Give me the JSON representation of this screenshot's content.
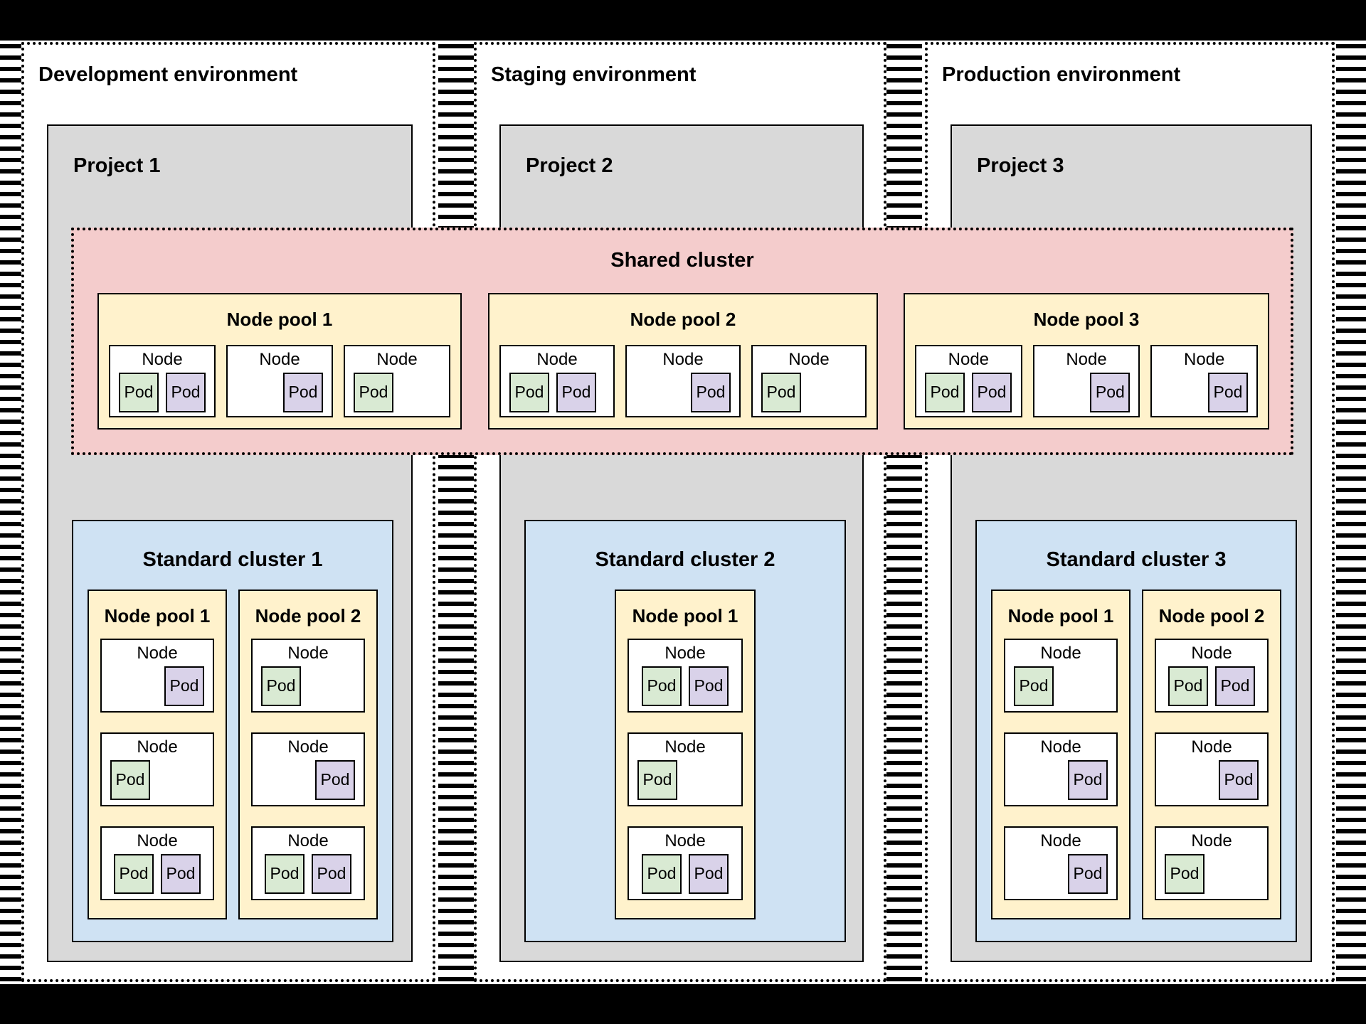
{
  "palette": {
    "pink": "#F4CCCC",
    "yellow": "#FFF2CC",
    "green": "#D9EAD3",
    "purple": "#D9D2E9",
    "blue": "#CFE2F3",
    "gray": "#D9D9D9"
  },
  "shared_cluster": {
    "label": "Shared cluster",
    "node_pools": [
      {
        "label": "Node pool 1",
        "nodes": [
          {
            "label": "Node",
            "align": "left",
            "pods": [
              {
                "label": "Pod",
                "color": "green"
              },
              {
                "label": "Pod",
                "color": "purple"
              }
            ]
          },
          {
            "label": "Node",
            "align": "right",
            "pods": [
              {
                "label": "Pod",
                "color": "purple"
              }
            ]
          },
          {
            "label": "Node",
            "align": "left",
            "pods": [
              {
                "label": "Pod",
                "color": "green"
              }
            ]
          }
        ]
      },
      {
        "label": "Node pool 2",
        "nodes": [
          {
            "label": "Node",
            "align": "left",
            "pods": [
              {
                "label": "Pod",
                "color": "green"
              },
              {
                "label": "Pod",
                "color": "purple"
              }
            ]
          },
          {
            "label": "Node",
            "align": "right",
            "pods": [
              {
                "label": "Pod",
                "color": "purple"
              }
            ]
          },
          {
            "label": "Node",
            "align": "left",
            "pods": [
              {
                "label": "Pod",
                "color": "green"
              }
            ]
          }
        ]
      },
      {
        "label": "Node pool 3",
        "nodes": [
          {
            "label": "Node",
            "align": "left",
            "pods": [
              {
                "label": "Pod",
                "color": "green"
              },
              {
                "label": "Pod",
                "color": "purple"
              }
            ]
          },
          {
            "label": "Node",
            "align": "right",
            "pods": [
              {
                "label": "Pod",
                "color": "purple"
              }
            ]
          },
          {
            "label": "Node",
            "align": "right",
            "pods": [
              {
                "label": "Pod",
                "color": "purple"
              }
            ]
          }
        ]
      }
    ]
  },
  "environments": [
    {
      "label": "Development environment",
      "project_label": "Project 1",
      "cluster": {
        "label": "Standard cluster 1",
        "node_pools": [
          {
            "label": "Node pool 1",
            "nodes": [
              {
                "label": "Node",
                "align": "right",
                "pods": [
                  {
                    "label": "Pod",
                    "color": "purple"
                  }
                ]
              },
              {
                "label": "Node",
                "align": "left",
                "pods": [
                  {
                    "label": "Pod",
                    "color": "green"
                  }
                ]
              },
              {
                "label": "Node",
                "align": "center",
                "pods": [
                  {
                    "label": "Pod",
                    "color": "green"
                  },
                  {
                    "label": "Pod",
                    "color": "purple"
                  }
                ]
              }
            ]
          },
          {
            "label": "Node pool 2",
            "nodes": [
              {
                "label": "Node",
                "align": "left",
                "pods": [
                  {
                    "label": "Pod",
                    "color": "green"
                  }
                ]
              },
              {
                "label": "Node",
                "align": "right",
                "pods": [
                  {
                    "label": "Pod",
                    "color": "purple"
                  }
                ]
              },
              {
                "label": "Node",
                "align": "center",
                "pods": [
                  {
                    "label": "Pod",
                    "color": "green"
                  },
                  {
                    "label": "Pod",
                    "color": "purple"
                  }
                ]
              }
            ]
          }
        ]
      }
    },
    {
      "label": "Staging environment",
      "project_label": "Project 2",
      "cluster": {
        "label": "Standard cluster 2",
        "node_pools": [
          {
            "label": "Node pool 1",
            "nodes": [
              {
                "label": "Node",
                "align": "center",
                "pods": [
                  {
                    "label": "Pod",
                    "color": "green"
                  },
                  {
                    "label": "Pod",
                    "color": "purple"
                  }
                ]
              },
              {
                "label": "Node",
                "align": "left",
                "pods": [
                  {
                    "label": "Pod",
                    "color": "green"
                  }
                ]
              },
              {
                "label": "Node",
                "align": "center",
                "pods": [
                  {
                    "label": "Pod",
                    "color": "green"
                  },
                  {
                    "label": "Pod",
                    "color": "purple"
                  }
                ]
              }
            ]
          }
        ]
      }
    },
    {
      "label": "Production environment",
      "project_label": "Project 3",
      "cluster": {
        "label": "Standard cluster 3",
        "node_pools": [
          {
            "label": "Node pool 1",
            "nodes": [
              {
                "label": "Node",
                "align": "left",
                "pods": [
                  {
                    "label": "Pod",
                    "color": "green"
                  }
                ]
              },
              {
                "label": "Node",
                "align": "right",
                "pods": [
                  {
                    "label": "Pod",
                    "color": "purple"
                  }
                ]
              },
              {
                "label": "Node",
                "align": "right",
                "pods": [
                  {
                    "label": "Pod",
                    "color": "purple"
                  }
                ]
              }
            ]
          },
          {
            "label": "Node pool 2",
            "nodes": [
              {
                "label": "Node",
                "align": "center",
                "pods": [
                  {
                    "label": "Pod",
                    "color": "green"
                  },
                  {
                    "label": "Pod",
                    "color": "purple"
                  }
                ]
              },
              {
                "label": "Node",
                "align": "right",
                "pods": [
                  {
                    "label": "Pod",
                    "color": "purple"
                  }
                ]
              },
              {
                "label": "Node",
                "align": "left",
                "pods": [
                  {
                    "label": "Pod",
                    "color": "green"
                  }
                ]
              }
            ]
          }
        ]
      }
    }
  ]
}
